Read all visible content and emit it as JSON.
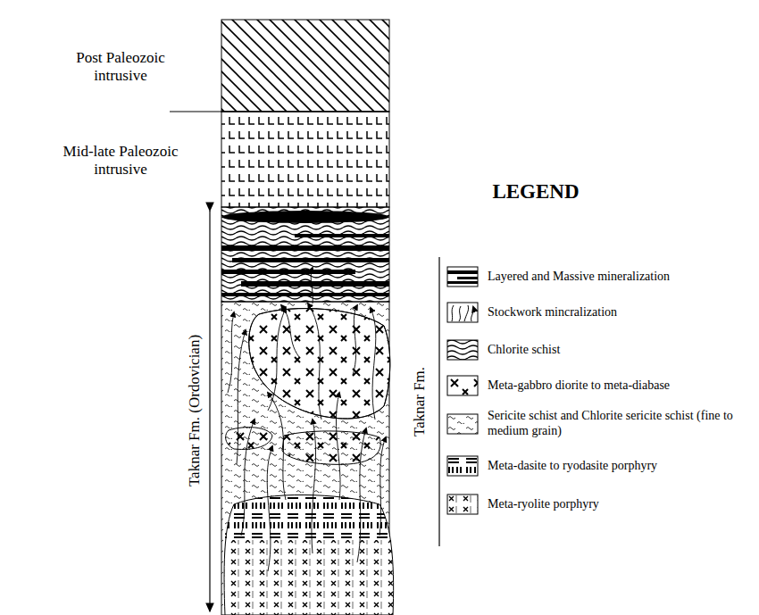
{
  "diagram": {
    "labels": [
      "Post Paleozoic intrusive",
      "Mid-late Paleozoic intrusive",
      "Taknar Fm. (Ordovician)",
      "LEGEND",
      "Taknar Fm."
    ],
    "legend": [
      {
        "text": "Layered and Massive mineralization"
      },
      {
        "text": "Stockwork mincralization"
      },
      {
        "text": "Chlorite schist"
      },
      {
        "text": "Meta-gabbro diorite to meta-diabase"
      },
      {
        "text": "Sericite schist and Chlorite sericite schist (fine to medium grain)"
      },
      {
        "text": "Meta-dasite to ryodasite porphyry"
      },
      {
        "text": "Meta-ryolite porphyry"
      }
    ]
  }
}
